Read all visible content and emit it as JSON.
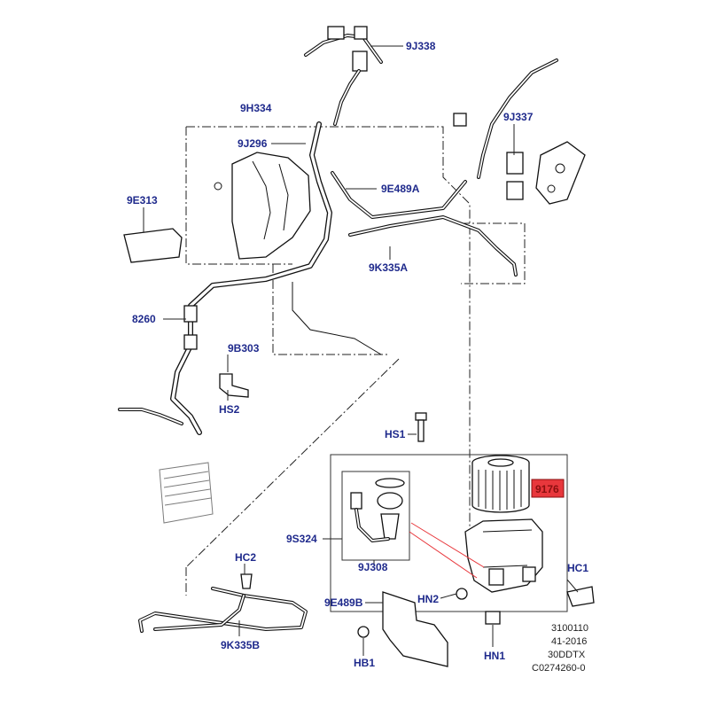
{
  "callouts": {
    "c_9J338": "9J338",
    "c_9H334": "9H334",
    "c_9J337": "9J337",
    "c_9J296": "9J296",
    "c_9E489A": "9E489A",
    "c_9E313": "9E313",
    "c_9K335A": "9K335A",
    "c_8260": "8260",
    "c_9B303": "9B303",
    "c_HS2": "HS2",
    "c_HS1": "HS1",
    "c_9176": "9176",
    "c_9S324": "9S324",
    "c_9J308": "9J308",
    "c_HC2": "HC2",
    "c_HC1": "HC1",
    "c_9E489B": "9E489B",
    "c_HN2": "HN2",
    "c_HN1": "HN1",
    "c_HB1": "HB1",
    "c_9K335B": "9K335B"
  },
  "highlight": {
    "callout": "9176",
    "color": "#e8373c"
  },
  "footer": {
    "line1": "3100110",
    "line2": "41-2016",
    "line3": "30DDTX",
    "line4": "C0274260-0"
  }
}
